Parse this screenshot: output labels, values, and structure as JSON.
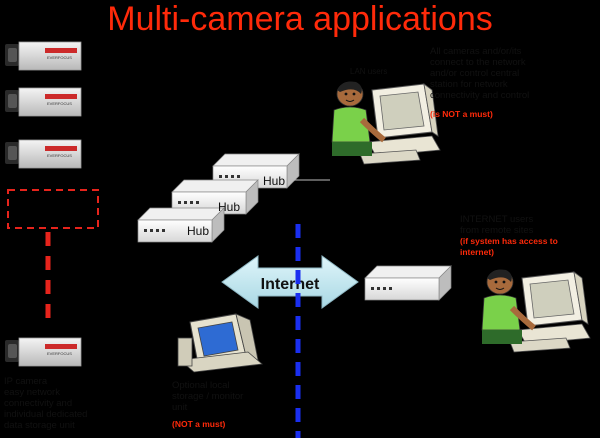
{
  "title": "Multi-camera applications",
  "cameras": [
    "camera-1",
    "camera-2",
    "camera-3",
    "camera-4"
  ],
  "placeholder_box": "dashed-camera-slot",
  "hubs": [
    {
      "label": "Hub"
    },
    {
      "label": "Hub"
    },
    {
      "label": "Hub"
    }
  ],
  "internet": {
    "label": "Internet"
  },
  "lan_user": {
    "label": "LAN users"
  },
  "lan_note": {
    "lines": [
      "All cameras and/or/its",
      "connect to the network",
      "and/or control central",
      "station for network",
      "connectivity and control"
    ],
    "warning": "(is NOT a must)"
  },
  "inet_users": {
    "lines": [
      "INTERNET users",
      "from remote sites"
    ],
    "warning_lines": [
      "(if system has access to",
      "internet)"
    ]
  },
  "storage": {
    "lines": [
      "Optional local",
      "storage / monitor",
      "unit"
    ],
    "warning": "(NOT a must)"
  },
  "camera_note": {
    "lines": [
      "IP camera",
      "easy network",
      "connectivity and",
      "individual dedicated",
      "data storage unit"
    ]
  },
  "colors": {
    "title": "#ff2a0a",
    "dashed_red": "#e6241c",
    "dashed_blue": "#1a2ff0",
    "arrow": "#bfe6ee"
  }
}
